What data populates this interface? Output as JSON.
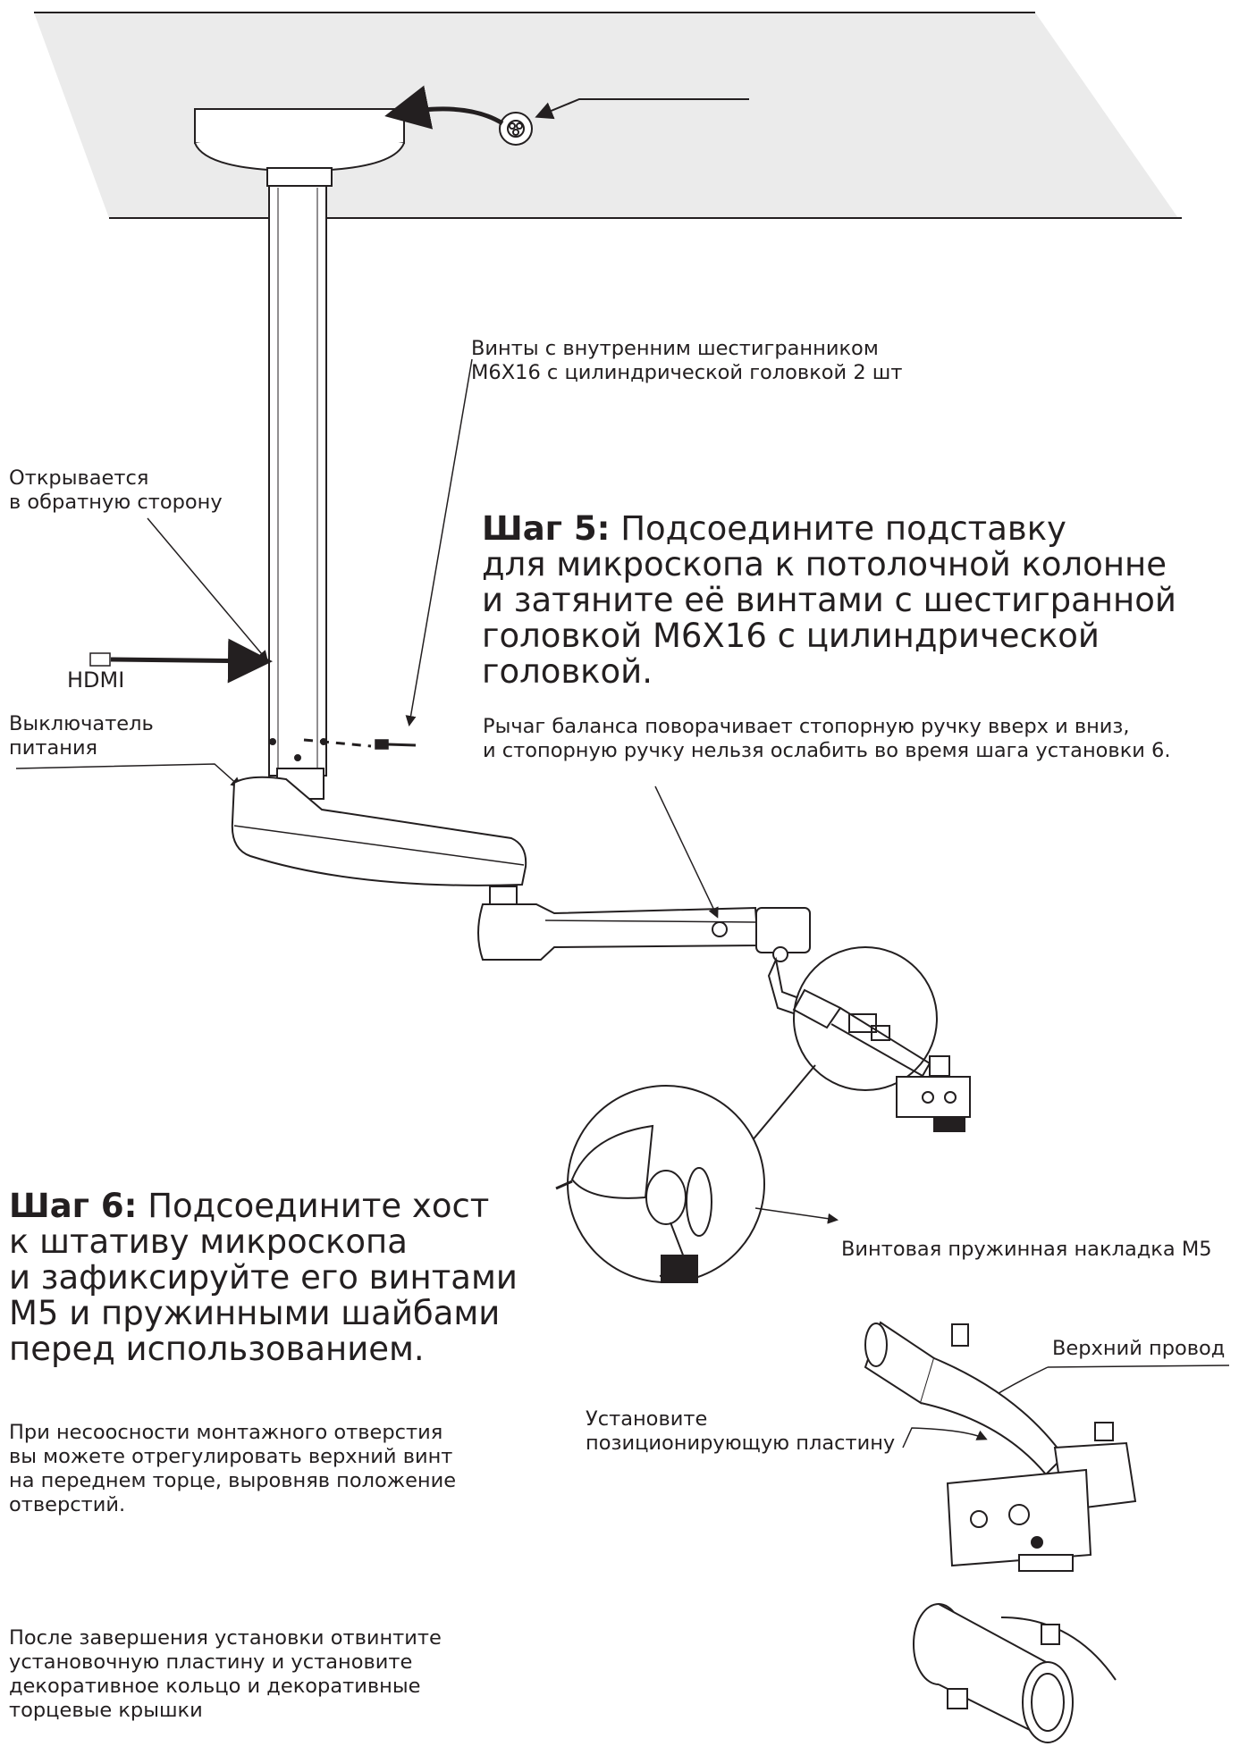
{
  "screws_note": "Винты с внутренним шестигранником\nM6X16 с цилиндрической головкой 2 шт",
  "opens_reverse": "Открывается\nв обратную сторону",
  "hdmi": "HDMI",
  "power_switch": "Выключатель\nпитания",
  "step5": {
    "label": "Шаг 5:",
    "text": " Подсоедините подставку\nдля микроскопа к потолочной колонне\nи затяните её винтами с шестигранной\nголовкой M6X16 с цилиндрической головкой."
  },
  "lever_note": "Рычаг баланса поворачивает стопорную ручку вверх и вниз,\nи стопорную ручку нельзя ослабить во время шага установки 6.",
  "spring_pad": "Винтовая пружинная накладка M5",
  "step6": {
    "label": "Шаг 6:",
    "text": " Подсоедините хост\nк штативу микроскопа\nи зафиксируйте его винтами\nM5 и пружинными шайбами\nперед использованием."
  },
  "upper_wire": "Верхний провод",
  "install_plate": "Установите\nпозиционирующую пластину",
  "misalign_note": "При несоосности монтажного отверстия\nвы можете отрегулировать верхний винт\nна переднем торце, выровняв положение\nотверстий.",
  "after_install_note": "После завершения установки отвинтите\nустановочную пластину и установите\nдекоративное кольцо и декоративные\nторцевые крышки",
  "colors": {
    "ceiling": "#ebebeb",
    "line": "#231f20"
  }
}
